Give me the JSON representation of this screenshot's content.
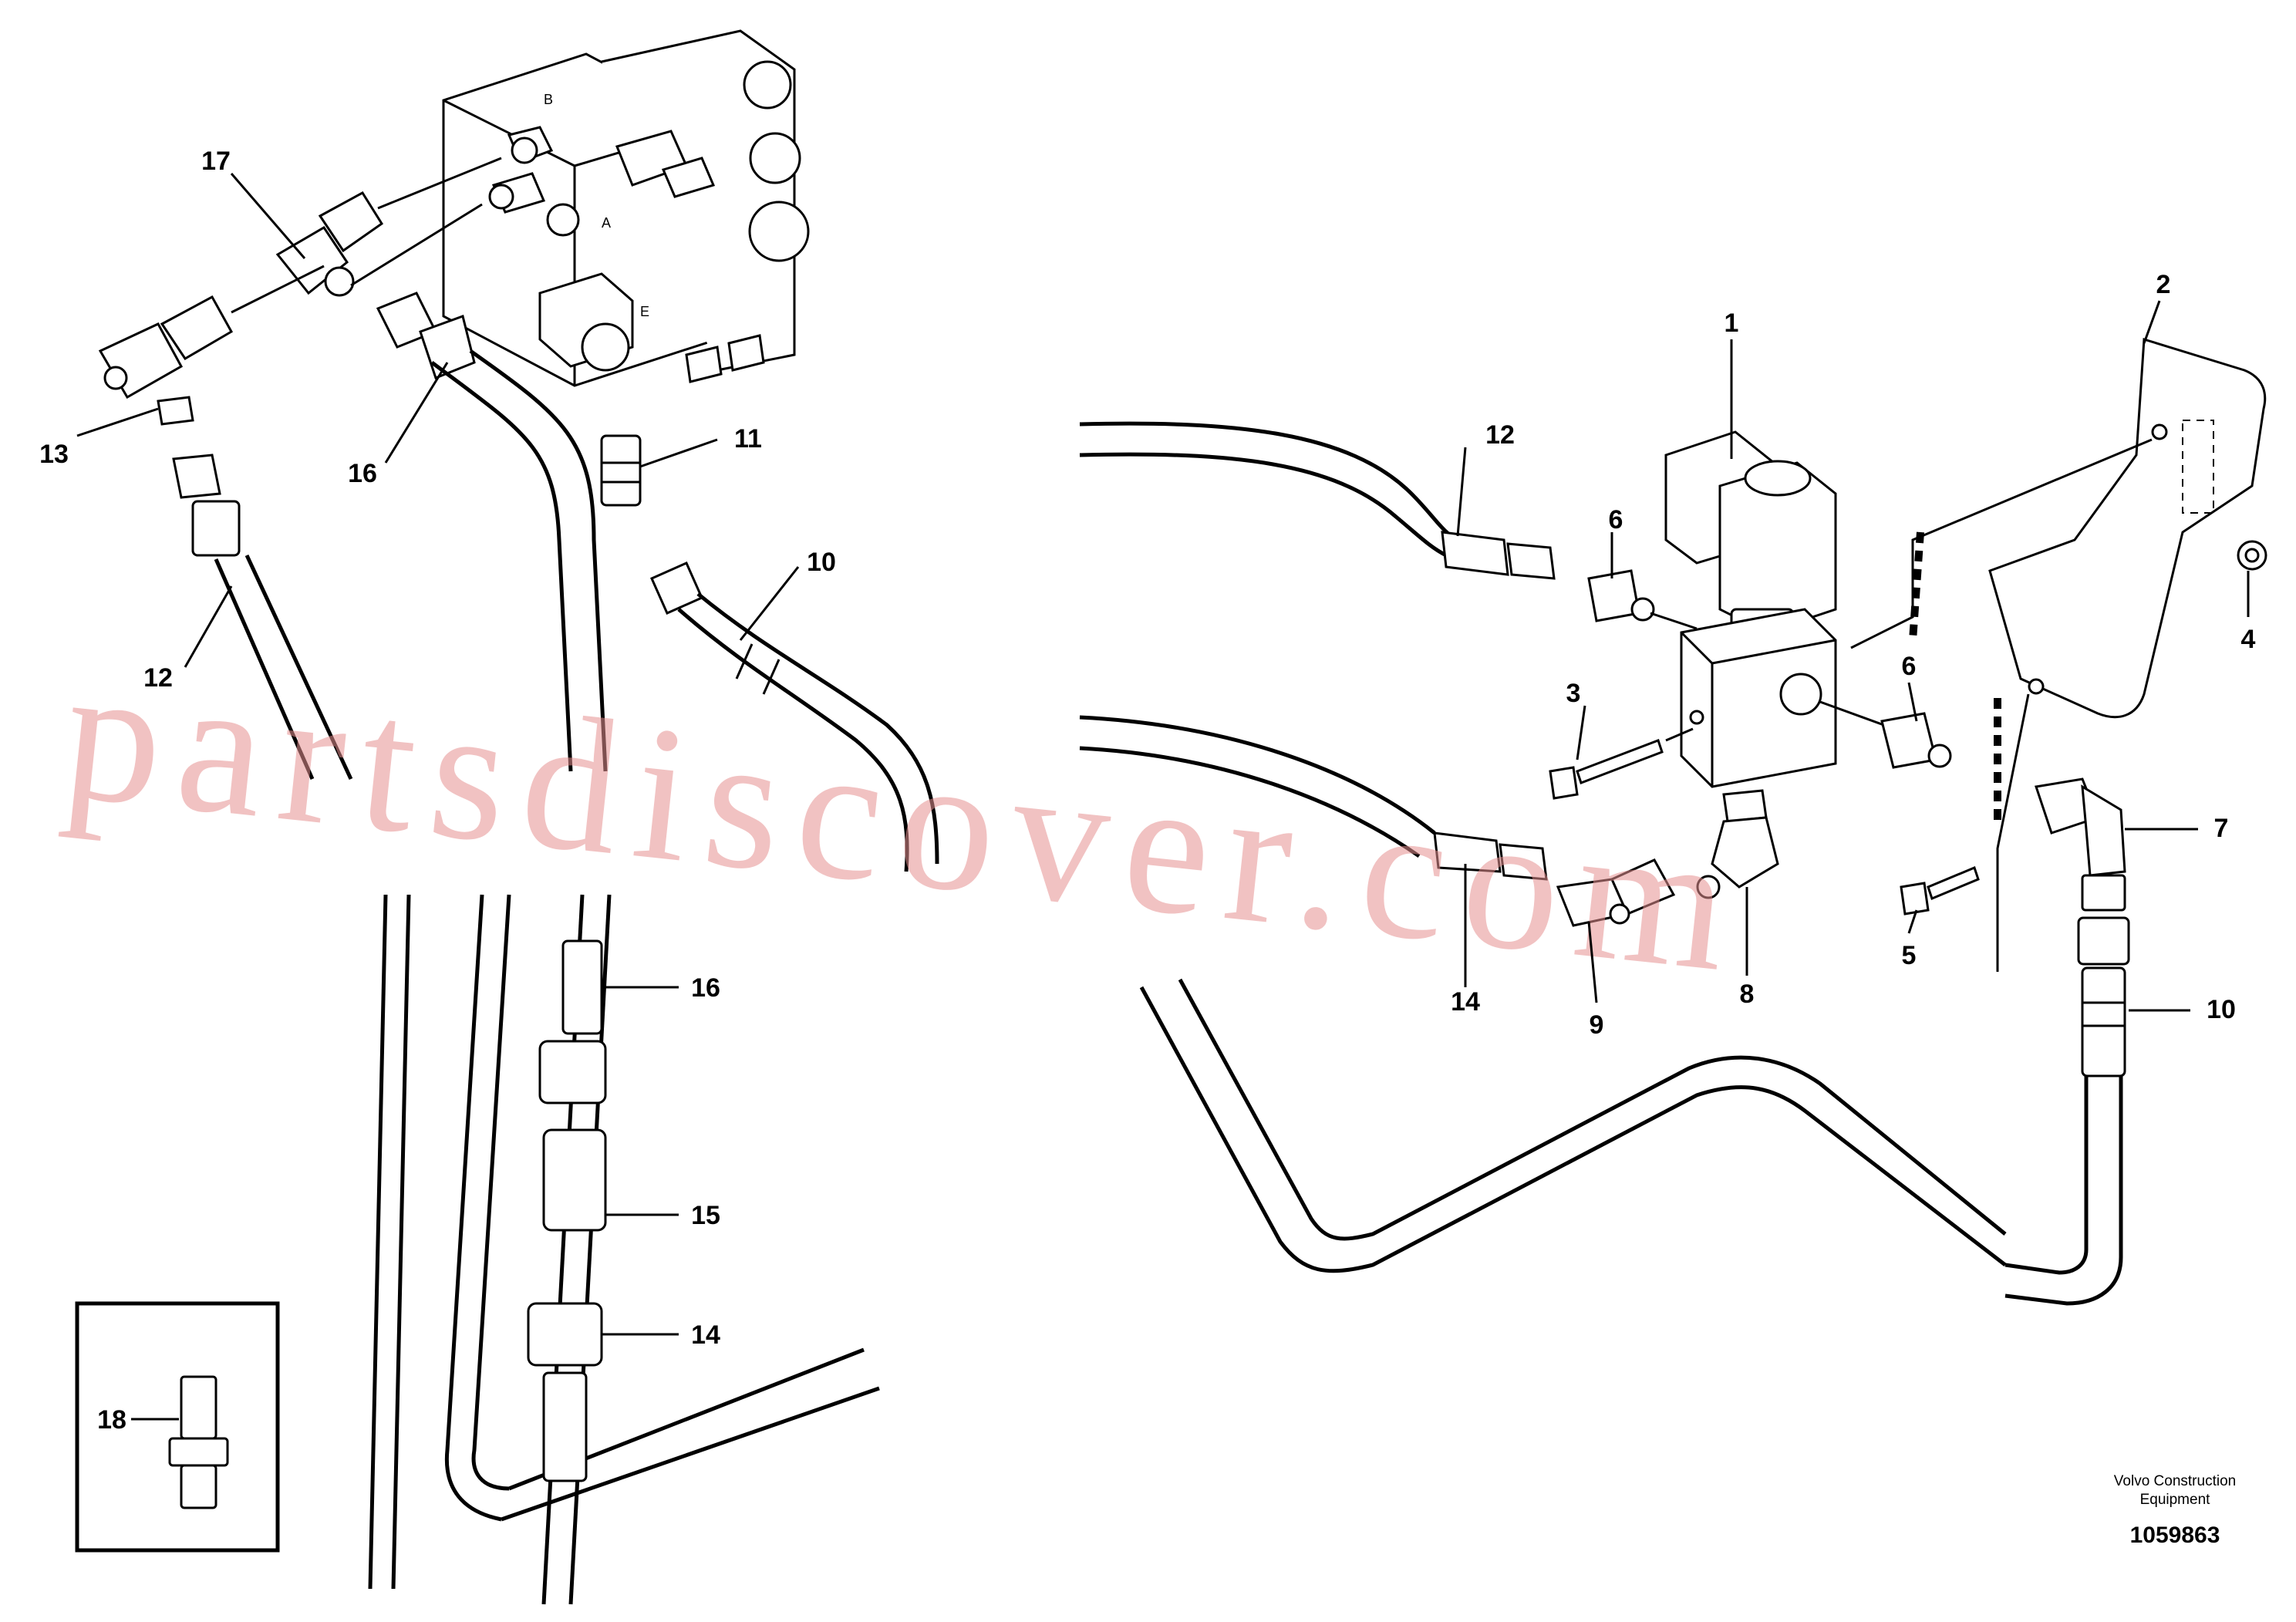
{
  "watermark": "partsdiscover.com",
  "credit": {
    "line1": "Volvo Construction",
    "line2": "Equipment"
  },
  "doc_number": "1059863",
  "callouts": {
    "c1": "1",
    "c2": "2",
    "c3": "3",
    "c4": "4",
    "c5": "5",
    "c6a": "6",
    "c6b": "6",
    "c7": "7",
    "c8": "8",
    "c9": "9",
    "c10a": "10",
    "c10b": "10",
    "c11": "11",
    "c12a": "12",
    "c12b": "12",
    "c13": "13",
    "c14a": "14",
    "c14b": "14",
    "c15": "15",
    "c16a": "16",
    "c16b": "16",
    "c17": "17",
    "c18": "18"
  }
}
